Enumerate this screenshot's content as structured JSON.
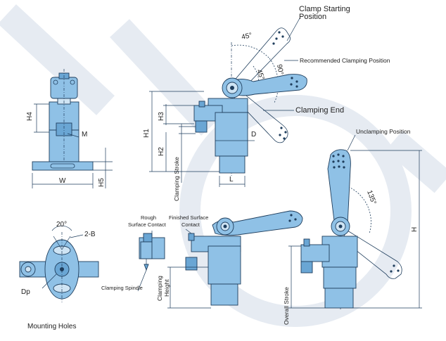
{
  "labels": {
    "clamp_starting_line1": "Clamp Starting",
    "clamp_starting_line2": "Position",
    "angle_45_top": "45°",
    "angle_45_mid": "45°",
    "angle_90": "90°",
    "recommended": "Recommended Clamping Position",
    "clamping_end": "Clamping End",
    "unclamping": "Unclamping Position",
    "angle_135": "135°",
    "h4": "H4",
    "m": "M",
    "w": "W",
    "h5": "H5",
    "h1": "H1",
    "h3": "H3",
    "h2": "H2",
    "d": "D",
    "l": "L",
    "clamping_stroke": "Clamping Stroke",
    "h": "H",
    "angle_20": "20°",
    "two_b": "2-B",
    "dp": "Dp",
    "mounting_holes": "Mounting Holes",
    "rough_line1": "Rough",
    "rough_line2": "Surface Contact",
    "finished_line1": "Finished Surface",
    "finished_line2": "Contact",
    "clamping_spindle": "Clamping Spindle",
    "clamping_height_line1": "Clamping",
    "clamping_height_line2": "Height",
    "overall_stroke": "Overall Stroke"
  },
  "colors": {
    "part_fill": "#8fc1e6",
    "part_dark": "#6aa6d4",
    "outline": "#1e3d5c",
    "watermark": "#e6ebf2"
  }
}
